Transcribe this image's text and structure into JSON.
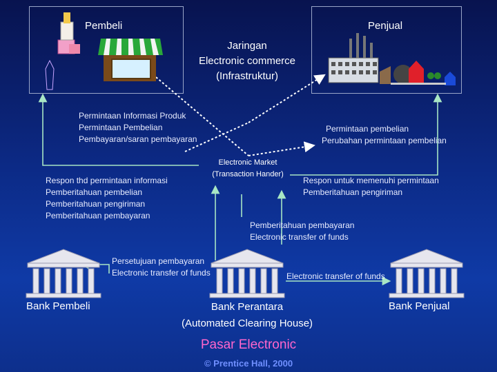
{
  "buyer": {
    "label": "Pembeli"
  },
  "seller": {
    "label": "Penjual"
  },
  "network": {
    "lines": [
      "Jaringan",
      "Electronic commerce",
      "(Infrastruktur)"
    ]
  },
  "buyer_requests": {
    "lines": [
      "Permintaan Informasi Produk",
      "Permintaan Pembelian",
      "Pembayaran/saran pembayaran"
    ]
  },
  "seller_requests": {
    "lines": [
      "Permintaan pembelian",
      "Perubahan permintaan pembelian"
    ]
  },
  "market": {
    "lines": [
      "Electronic Market",
      "(Transaction Hander)"
    ]
  },
  "buyer_responses": {
    "lines": [
      "Respon thd permintaan informasi",
      "Pemberitahuan pembelian",
      "Pemberitahuan pengiriman",
      "Pemberitahuan pembayaran"
    ]
  },
  "seller_responses": {
    "lines": [
      "Respon untuk memenuhi permintaan",
      "Pemberitahuan pengiriman"
    ]
  },
  "payment_notice": {
    "lines": [
      "Pemberitahuan pembayaran",
      "Electronic transfer of funds"
    ]
  },
  "approval": {
    "lines": [
      "Persetujuan pembayaran",
      "Electronic transfer of funds"
    ]
  },
  "transfer_to_seller": {
    "label": "Electronic transfer of funds"
  },
  "bank_buyer": {
    "label": "Bank Pembeli"
  },
  "bank_middle": {
    "lines": [
      "Bank Perantara",
      "(Automated Clearing House)"
    ]
  },
  "bank_seller": {
    "label": "Bank Penjual"
  },
  "footer": {
    "title": "Pasar Electronic",
    "credit": "© Prentice Hall, 2000"
  },
  "colors": {
    "connector": "#a8e6c4",
    "dotted": "#ffffff",
    "bank": "#e6e6ee",
    "title_pink": "#ff66cc",
    "credit_blue": "#6f8fff"
  }
}
